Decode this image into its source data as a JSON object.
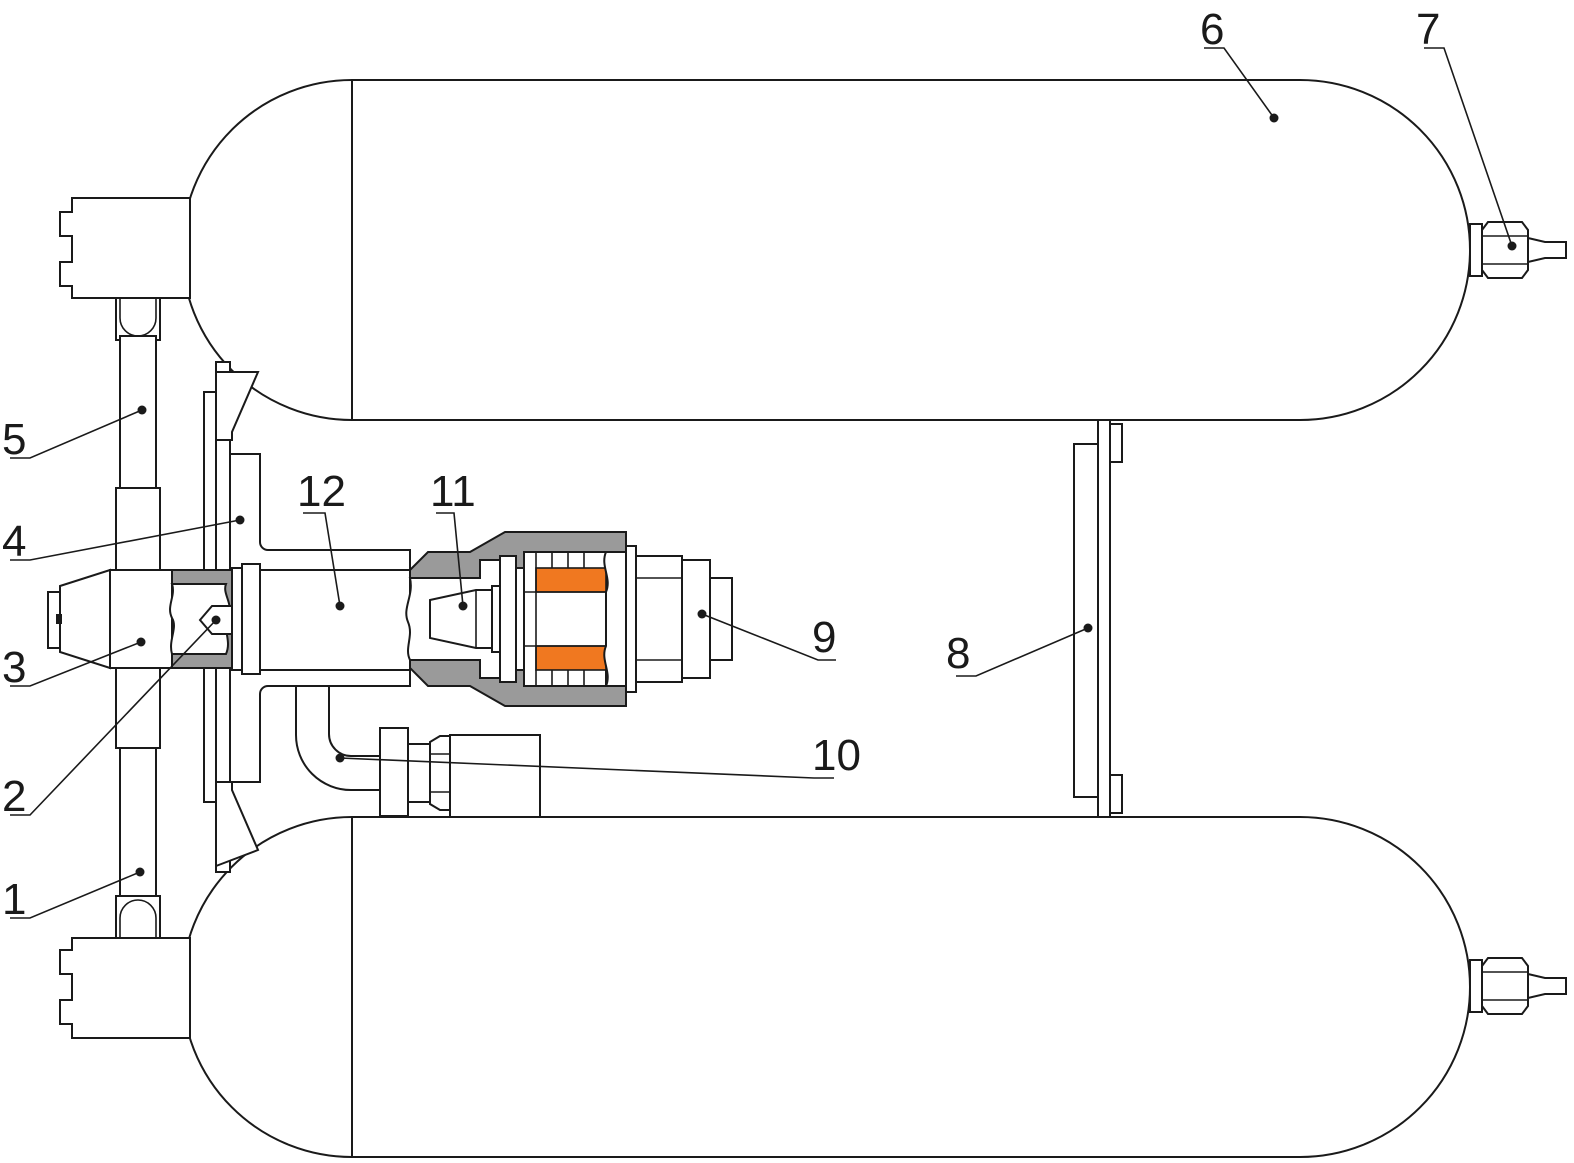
{
  "colors": {
    "line": "#1a1a1a",
    "section_fill": "#9a9a9a",
    "accent": "#f07820",
    "background": "#ffffff"
  },
  "labels": [
    {
      "id": "1",
      "text": "1"
    },
    {
      "id": "2",
      "text": "2"
    },
    {
      "id": "3",
      "text": "3"
    },
    {
      "id": "4",
      "text": "4"
    },
    {
      "id": "5",
      "text": "5"
    },
    {
      "id": "6",
      "text": "6"
    },
    {
      "id": "7",
      "text": "7"
    },
    {
      "id": "8",
      "text": "8"
    },
    {
      "id": "9",
      "text": "9"
    },
    {
      "id": "10",
      "text": "10"
    },
    {
      "id": "11",
      "text": "11"
    },
    {
      "id": "12",
      "text": "12"
    }
  ]
}
